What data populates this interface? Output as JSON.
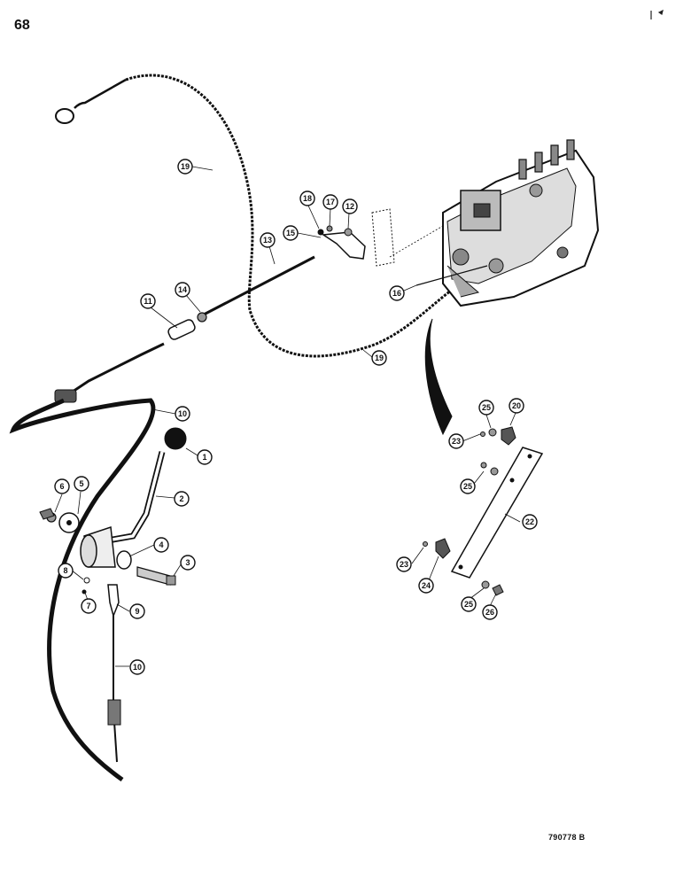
{
  "page_number": "68",
  "figure_code": "790778 B",
  "callouts": [
    {
      "id": "c19a",
      "label": "19"
    },
    {
      "id": "c18",
      "label": "18"
    },
    {
      "id": "c17",
      "label": "17"
    },
    {
      "id": "c12",
      "label": "12"
    },
    {
      "id": "c15",
      "label": "15"
    },
    {
      "id": "c13",
      "label": "13"
    },
    {
      "id": "c16",
      "label": "16"
    },
    {
      "id": "c11",
      "label": "11"
    },
    {
      "id": "c14",
      "label": "14"
    },
    {
      "id": "c19b",
      "label": "19"
    },
    {
      "id": "c10a",
      "label": "10"
    },
    {
      "id": "c1",
      "label": "1"
    },
    {
      "id": "c2",
      "label": "2"
    },
    {
      "id": "c6",
      "label": "6"
    },
    {
      "id": "c5",
      "label": "5"
    },
    {
      "id": "c4",
      "label": "4"
    },
    {
      "id": "c3",
      "label": "3"
    },
    {
      "id": "c8",
      "label": "8"
    },
    {
      "id": "c7",
      "label": "7"
    },
    {
      "id": "c9",
      "label": "9"
    },
    {
      "id": "c10b",
      "label": "10"
    },
    {
      "id": "c25a",
      "label": "25"
    },
    {
      "id": "c20",
      "label": "20"
    },
    {
      "id": "c23a",
      "label": "23"
    },
    {
      "id": "c25b",
      "label": "25"
    },
    {
      "id": "c22",
      "label": "22"
    },
    {
      "id": "c23b",
      "label": "23"
    },
    {
      "id": "c24",
      "label": "24"
    },
    {
      "id": "c25c",
      "label": "25"
    },
    {
      "id": "c26",
      "label": "26"
    }
  ]
}
